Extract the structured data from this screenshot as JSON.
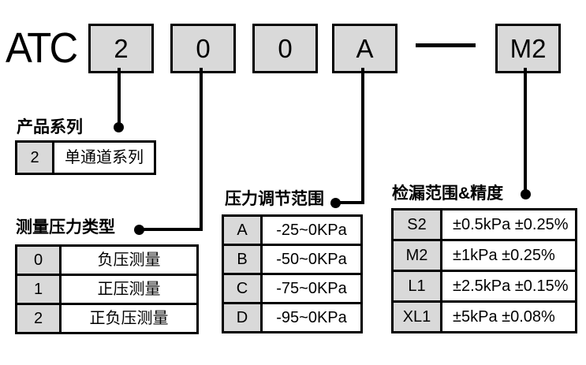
{
  "brand": "ATC",
  "model": {
    "segments": [
      "2",
      "0",
      "0",
      "A"
    ],
    "separator": "—",
    "suffix": "M2"
  },
  "sections": {
    "series": {
      "title": "产品系列",
      "rows": [
        {
          "code": "2",
          "desc": "单通道系列"
        }
      ]
    },
    "pressure_type": {
      "title": "测量压力类型",
      "rows": [
        {
          "code": "0",
          "desc": "负压测量"
        },
        {
          "code": "1",
          "desc": "正压测量"
        },
        {
          "code": "2",
          "desc": "正负压测量"
        }
      ]
    },
    "adjust_range": {
      "title": "压力调节范围",
      "rows": [
        {
          "code": "A",
          "desc": "-25~0KPa"
        },
        {
          "code": "B",
          "desc": "-50~0KPa"
        },
        {
          "code": "C",
          "desc": "-75~0KPa"
        },
        {
          "code": "D",
          "desc": "-95~0KPa"
        }
      ]
    },
    "leak_accuracy": {
      "title": "检漏范围&精度",
      "rows": [
        {
          "code": "S2",
          "desc": "±0.5kPa ±0.25%"
        },
        {
          "code": "M2",
          "desc": "±1kPa ±0.25%"
        },
        {
          "code": "L1",
          "desc": "±2.5kPa ±0.15%"
        },
        {
          "code": "XL1",
          "desc": "±5kPa ±0.08%"
        }
      ]
    }
  },
  "colors": {
    "background": "#ffffff",
    "box_fill": "#d9d9d9",
    "line": "#000000"
  }
}
